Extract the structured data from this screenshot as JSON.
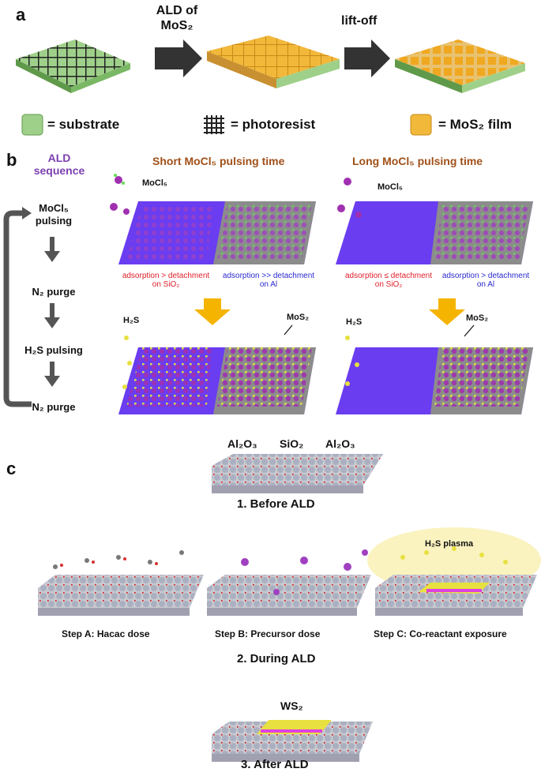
{
  "panel_a": {
    "letter": "a",
    "arrow1": "ALD of MoS₂",
    "arrow1_line1": "ALD of",
    "arrow1_line2": "MoS₂",
    "arrow2": "lift-off",
    "legend_substrate": "= substrate",
    "legend_photoresist": "= photoresist",
    "legend_mos2": "= MoS₂ film",
    "colors": {
      "substrate": "#9fd08a",
      "photoresist": "#222222",
      "mos2": "#f2b83a"
    }
  },
  "panel_b": {
    "letter": "b",
    "sequence_title_1": "ALD",
    "sequence_title_2": "sequence",
    "steps": [
      "MoCl₅ pulsing",
      "N₂ purge",
      "H₂S pulsing",
      "N₂ purge"
    ],
    "step1_line1": "MoCl₅",
    "step1_line2": "pulsing",
    "short_title": "Short MoCl₅ pulsing time",
    "long_title": "Long MoCl₅ pulsing time",
    "mocl5": "MoCl₅",
    "h2s": "H₂S",
    "mos2": "MoS₂",
    "short_left_1": "adsorption > detachment",
    "short_left_2": "on SiO₂",
    "short_right_1": "adsorption >> detachment",
    "short_right_2": "on Al",
    "long_left_1": "adsorption ≤ detachment",
    "long_left_2": "on SiO₂",
    "long_right_1": "adsorption > detachment",
    "long_right_2": "on Al",
    "colors": {
      "sio2": "#6a3df0",
      "al": "#8c8c8c",
      "arrow": "#f5b400",
      "mo": "#a030b0",
      "cl": "#66dd55",
      "s": "#e8e040"
    }
  },
  "panel_c": {
    "letter": "c",
    "top_labels": [
      "Al₂O₃",
      "SiO₂",
      "Al₂O₃"
    ],
    "before": "1. Before ALD",
    "h2s_plasma": "H₂S plasma",
    "step_a": "Step A: Hacac dose",
    "step_b": "Step B: Precursor dose",
    "step_c": "Step C: Co-reactant exposure",
    "during": "2. During ALD",
    "ws2": "WS₂",
    "after": "3. After ALD",
    "colors": {
      "o": "#d83030",
      "al": "#b8b8c8",
      "si": "#9fb8d8",
      "plasma": "#faf3c0",
      "w": "#e040e0"
    }
  }
}
